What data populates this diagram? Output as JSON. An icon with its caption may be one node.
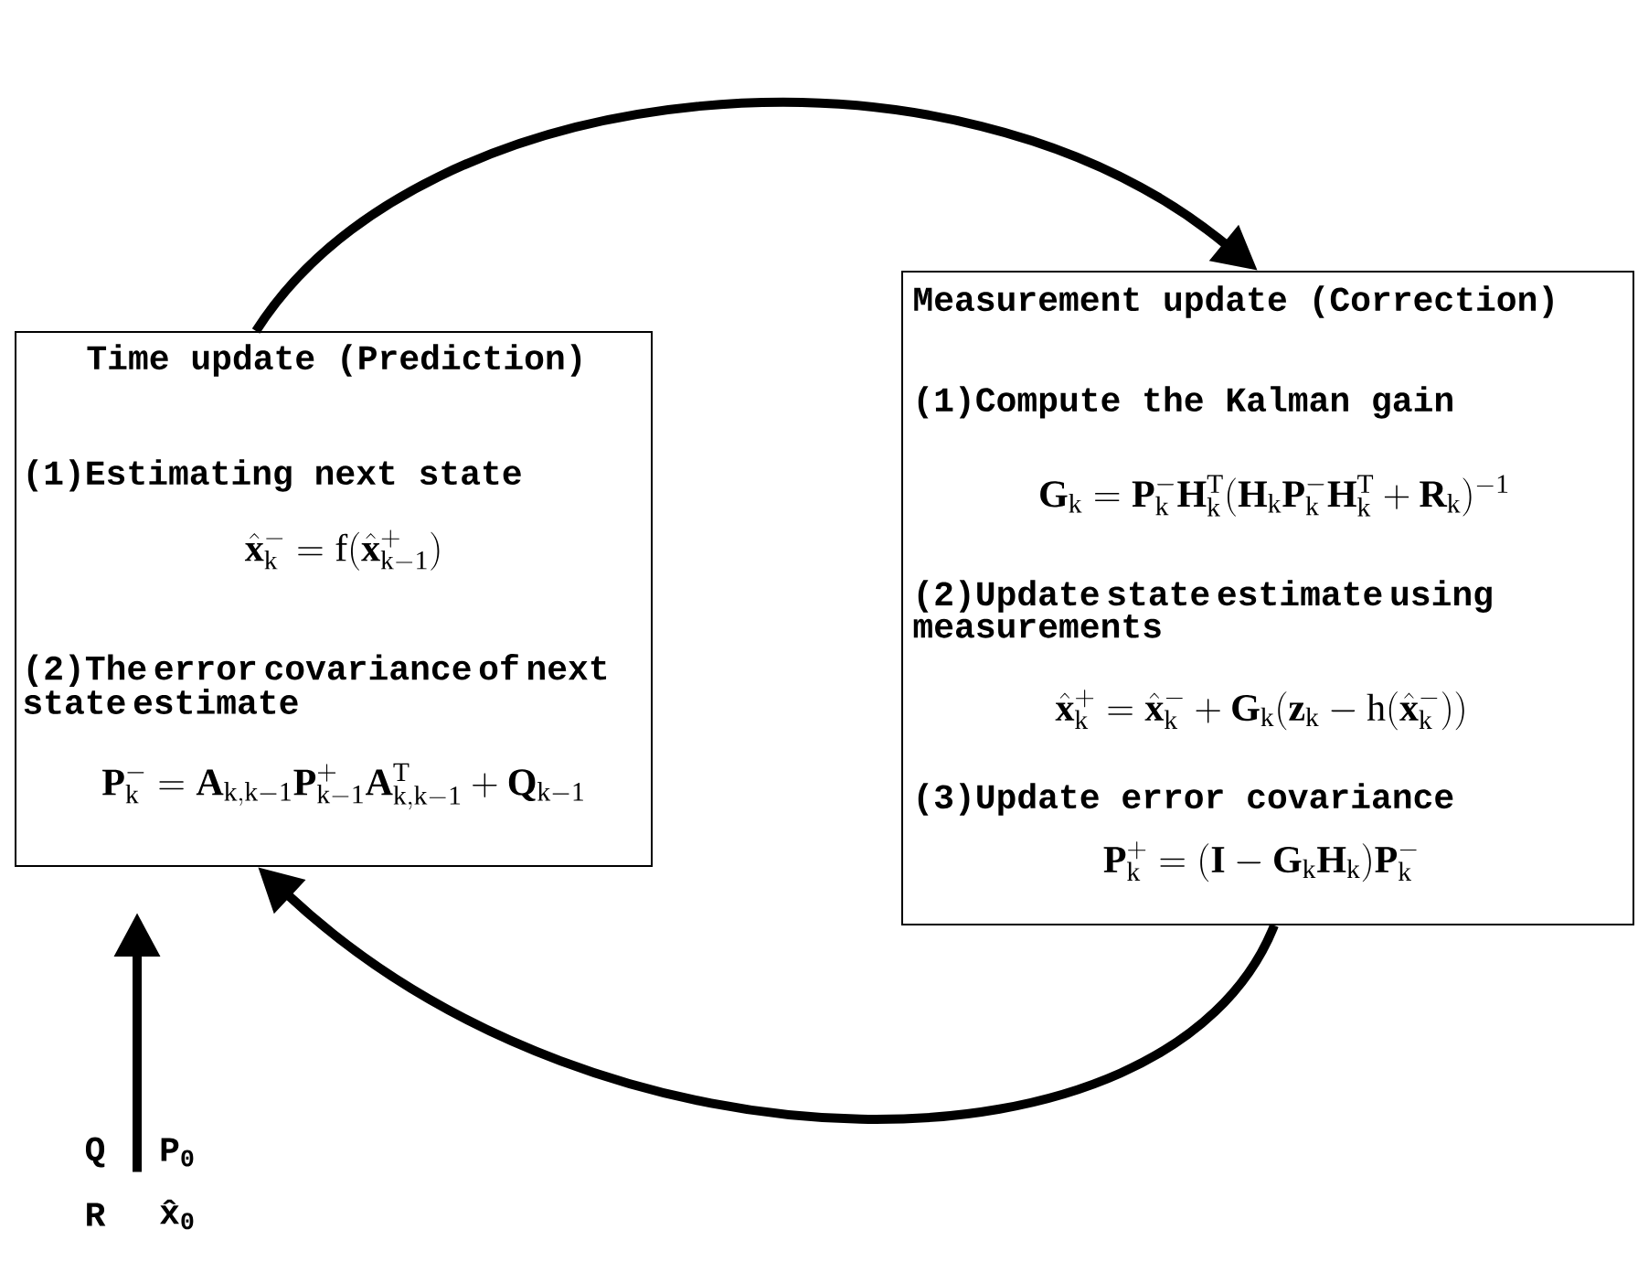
{
  "diagram": {
    "nodes": [
      {
        "text": [
          "Time update (Prediction)",
          "(1)Estimating next state",
          "\\hat{\\mathbf{x}}_{\\mathrm{k}}^{-} = \\mathrm{f}(\\hat{\\mathbf{x}}_{\\mathrm{k}-1}^{+})",
          "(2)The error covariance of next state estimate",
          "\\mathbf{P}_{\\mathrm{k}}^{-} = \\mathbf{A}_{\\mathrm{k,k}-1}\\mathbf{P}_{\\mathrm{k}-1}^{+}\\mathbf{A}_{\\mathrm{k,k}-1}^{\\mathrm{T}} + \\mathbf{Q}_{\\mathrm{k}-1}"
        ]
      },
      {
        "text": [
          "Measurement update (Correction)",
          "(1)Compute the Kalman gain",
          "\\mathbf{G}_{\\mathrm{k}} = \\mathbf{P}_{\\mathrm{k}}^{-}\\mathbf{H}_{\\mathrm{k}}^{\\mathrm{T}}(\\mathbf{H}_{\\mathrm{k}}\\mathbf{P}_{\\mathrm{k}}^{-}\\mathbf{H}_{\\mathrm{k}}^{\\mathrm{T}} + \\mathbf{R}_{\\mathrm{k}})^{-1}",
          "(2)Update state estimate using measurements",
          "\\hat{\\mathbf{x}}_{\\mathrm{k}}^{+} = \\hat{\\mathbf{x}}_{\\mathrm{k}}^{-} + \\mathbf{G}_{\\mathrm{k}}(\\mathbf{z}_{\\mathrm{k}} - \\mathrm{h}(\\hat{\\mathbf{x}}_{\\mathrm{k}}^{-}))",
          "(3)Update error covariance",
          "\\mathbf{P}_{\\mathrm{k}}^{+} = (\\mathbf{I} - \\mathbf{G}_{\\mathrm{k}}\\mathbf{H}_{\\mathrm{k}})\\mathbf{P}_{\\mathrm{k}}^{-}"
        ]
      },
      {
        "text": [
          "Q",
          "P$_{0}$",
          "R",
          "x̂$_{0}$"
        ]
      }
    ],
    "edges": [
      {
        "from": 0,
        "to": 1,
        "arrow": "to"
      },
      {
        "from": 1,
        "to": 0,
        "arrow": "to"
      },
      {
        "from": 2,
        "to": 0,
        "arrow": "to"
      }
    ]
  }
}
